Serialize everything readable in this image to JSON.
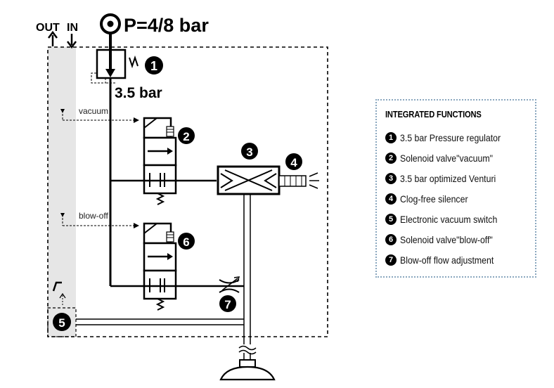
{
  "diagram": {
    "pressure_label": "P=4/8 bar",
    "regulated_label": "3.5 bar",
    "out_label": "OUT",
    "in_label": "IN",
    "vacuum_label": "vacuum",
    "blowoff_label": "blow-off",
    "badges": [
      "1",
      "2",
      "3",
      "4",
      "5",
      "6",
      "7"
    ],
    "colors": {
      "line": "#000000",
      "panel": "#e6e6e6",
      "legend_border": "#8aa7bf"
    }
  },
  "legend": {
    "title": "INTEGRATED FUNCTIONS",
    "items": [
      {
        "num": "1",
        "text": "3.5 bar Pressure regulator"
      },
      {
        "num": "2",
        "text": "Solenoid valve\"vacuum\""
      },
      {
        "num": "3",
        "text": "3.5 bar optimized Venturi"
      },
      {
        "num": "4",
        "text": "Clog-free silencer"
      },
      {
        "num": "5",
        "text": "Electronic vacuum switch"
      },
      {
        "num": "6",
        "text": "Solenoid valve\"blow-off\""
      },
      {
        "num": "7",
        "text": "Blow-off flow adjustment"
      }
    ]
  }
}
